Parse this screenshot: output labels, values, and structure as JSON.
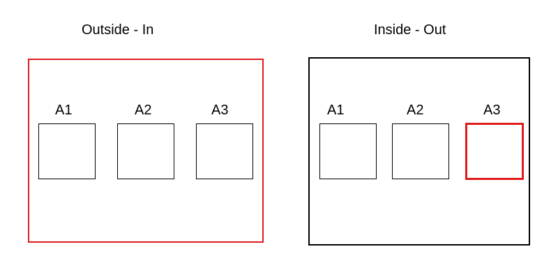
{
  "colors": {
    "highlight": "#e01b1b",
    "default_stroke": "#000000",
    "background": "#ffffff"
  },
  "panels": [
    {
      "title": "Outside - In",
      "border_color": "#e01b1b",
      "boxes": [
        {
          "label": "A1",
          "border_color": "#000000"
        },
        {
          "label": "A2",
          "border_color": "#000000"
        },
        {
          "label": "A3",
          "border_color": "#000000"
        }
      ]
    },
    {
      "title": "Inside - Out",
      "border_color": "#000000",
      "boxes": [
        {
          "label": "A1",
          "border_color": "#000000"
        },
        {
          "label": "A2",
          "border_color": "#000000"
        },
        {
          "label": "A3",
          "border_color": "#e01b1b"
        }
      ]
    }
  ]
}
